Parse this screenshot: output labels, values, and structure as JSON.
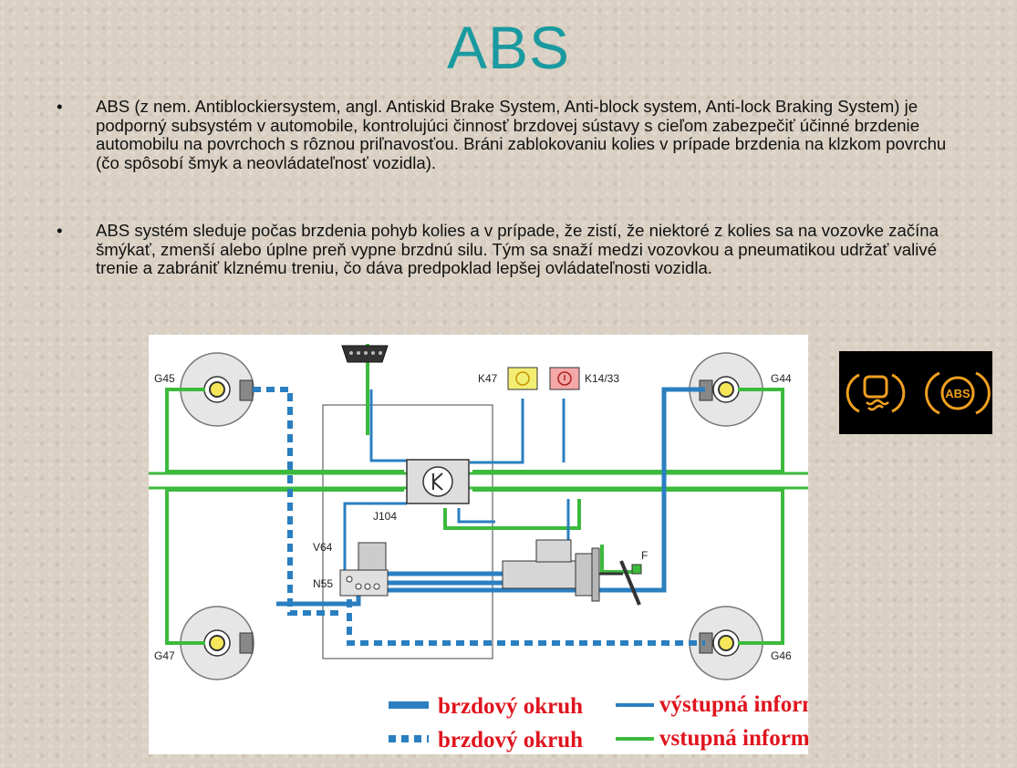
{
  "slide": {
    "title": "ABS",
    "bullets": [
      {
        "marker": "•",
        "text": "ABS (z nem. Antiblockiersystem, angl. Antiskid Brake System, Anti-block system, Anti-lock Braking System) je podporný subsystém v automobile, kontrolujúci činnosť brzdovej sústavy s cieľom zabezpečiť účinné brzdenie automobilu na povrchoch s rôznou priľnavosťou. Bráni zablokovaniu kolies v prípade brzdenia na klzkom povrchu (čo spôsobí šmyk a neovládateľnosť vozidla)."
      },
      {
        "marker": "•",
        "text": "ABS systém sleduje počas brzdenia pohyb kolies a v prípade, že zistí, že niektoré z kolies sa na vozovke začína šmýkať, zmenší alebo úplne preň vypne brzdnú silu. Tým sa snaží medzi vozovkou a pneumatikou udržať valivé trenie a zabrániť klznému treniu, čo dáva predpoklad lepšej ovládateľnosti vozidla."
      }
    ]
  },
  "diagram": {
    "labels": {
      "g45": "G45",
      "g44": "G44",
      "g47": "G47",
      "g46": "G46",
      "k47": "K47",
      "k14": "K14/33",
      "j104": "J104",
      "v64": "V64",
      "n55": "N55",
      "f": "F"
    },
    "legend": {
      "solid_brake": "brzdový okruh",
      "dashed_brake": "brzdový okruh",
      "output": "výstupná informácia",
      "input": "vstupná informácia"
    },
    "colors": {
      "brake_line": "#2a7fc0",
      "input_line": "#3cba3c",
      "legend_text": "#e0141e"
    }
  },
  "warning_lights": {
    "icons": [
      {
        "name": "traction-control-icon",
        "text": ""
      },
      {
        "name": "abs-warning-icon",
        "text": "ABS"
      }
    ],
    "color": "#f0a020"
  }
}
